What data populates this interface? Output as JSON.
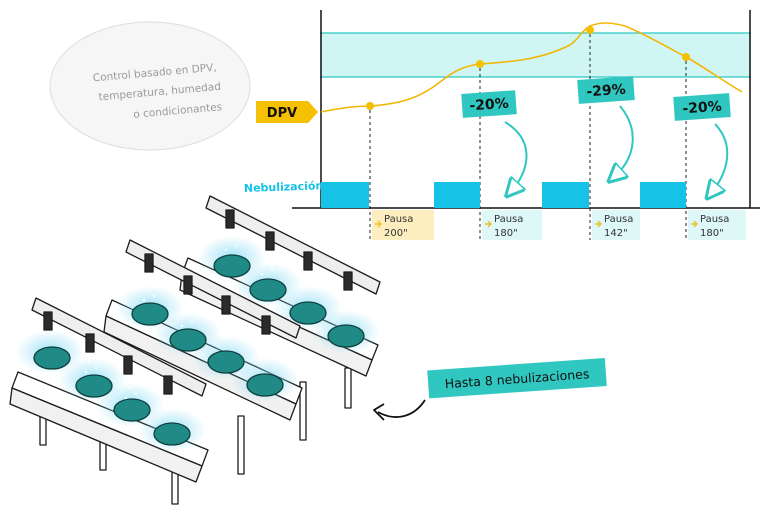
{
  "note": {
    "line1": "Control basado en DPV,",
    "line2": "temperatura, humedad",
    "line3": "o condicionantes"
  },
  "dpv_tag": "DPV",
  "nebulizacion_label": "Nebulización",
  "reductions": [
    "-20%",
    "-29%",
    "-20%"
  ],
  "pauses": [
    {
      "label": "Pausa",
      "value": "200\""
    },
    {
      "label": "Pausa",
      "value": "180\""
    },
    {
      "label": "Pausa",
      "value": "142\""
    },
    {
      "label": "Pausa",
      "value": "180\""
    }
  ],
  "hasta_label": "Hasta 8 nebulizaciones",
  "colors": {
    "cyan": "#16c2e6",
    "band": "#cff5f5",
    "teal": "#2fc7c0",
    "yellow": "#f5c000",
    "pause_first": "#fdeebf",
    "pause_other": "#def7f7",
    "plant": "#1f8a86"
  }
}
